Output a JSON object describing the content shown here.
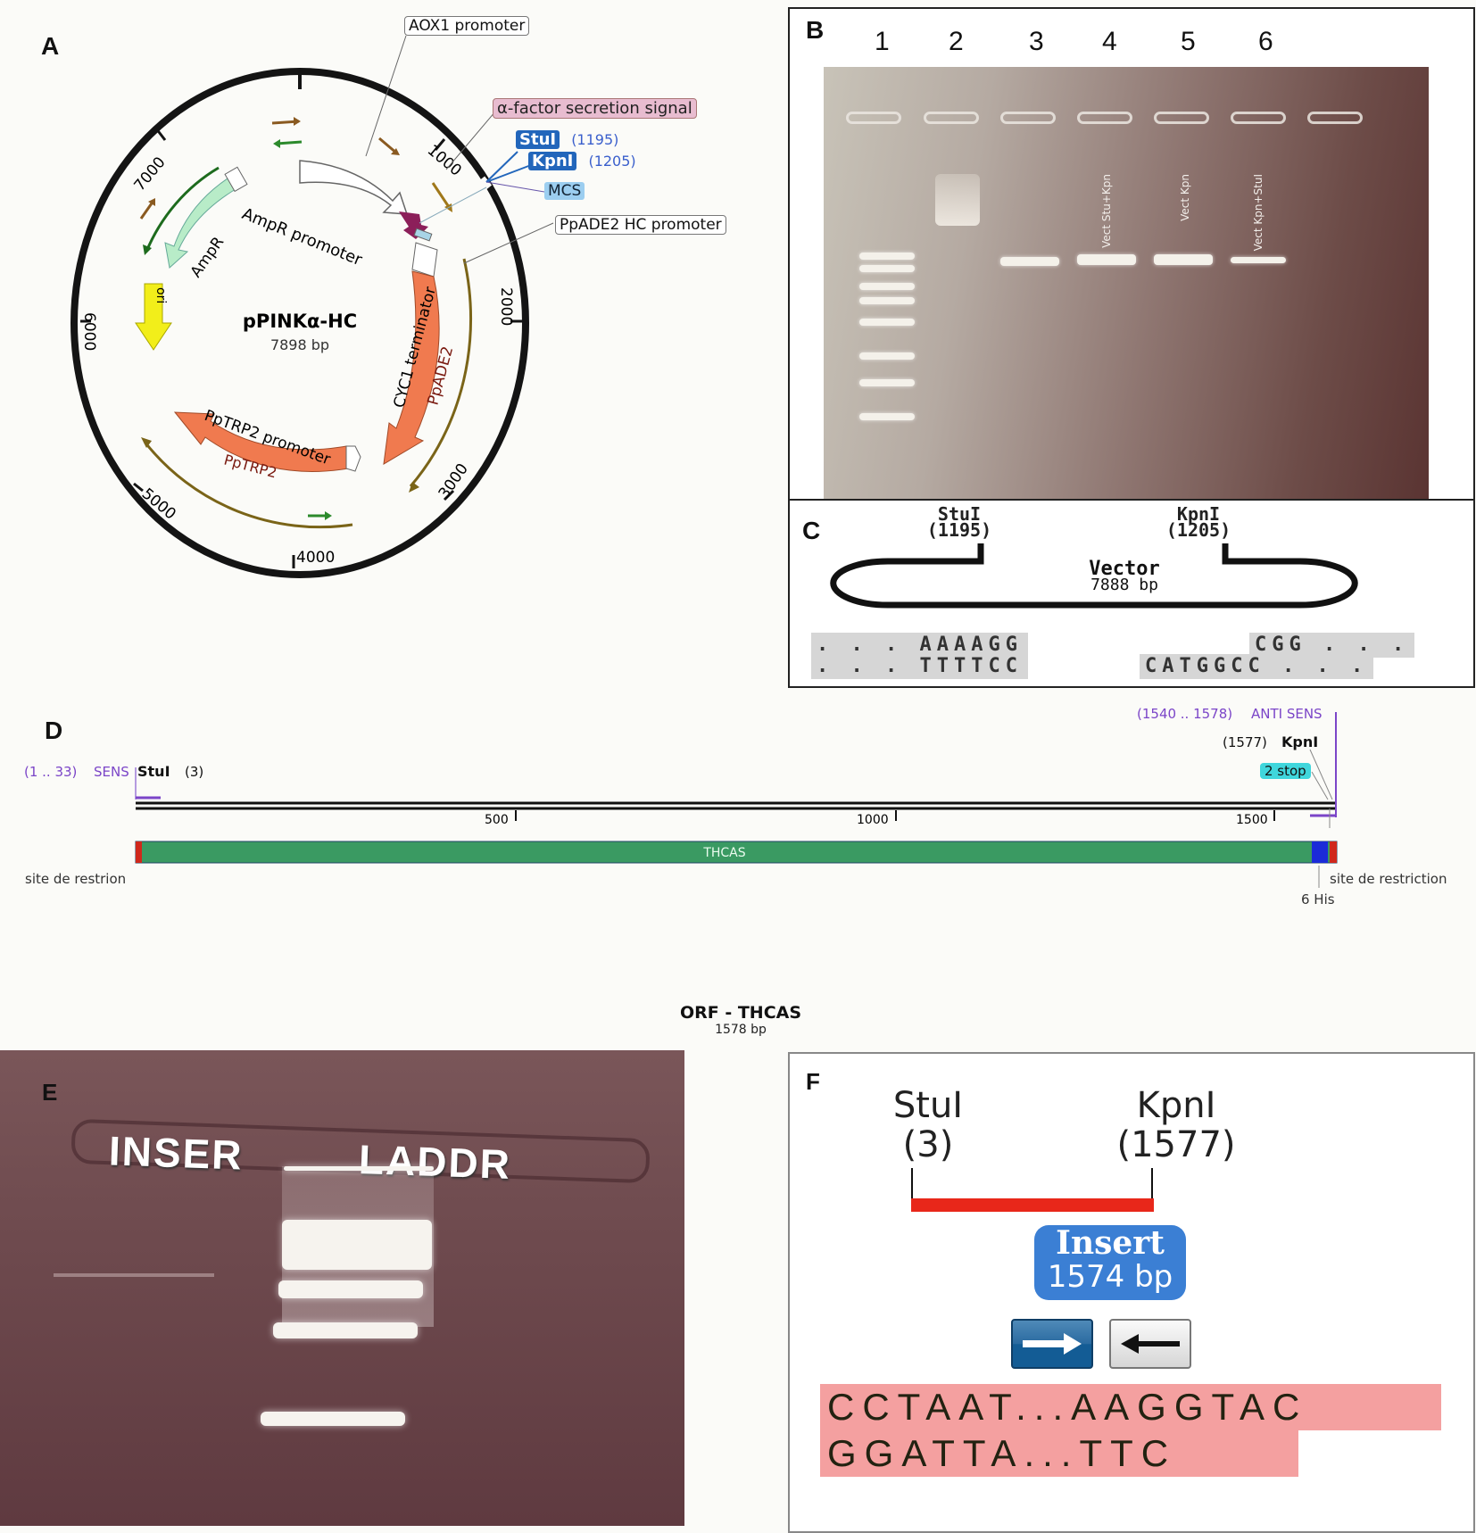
{
  "panel_a": {
    "letter": "A",
    "plasmid_name": "pPINKα-HC",
    "plasmid_size": "7898 bp",
    "ticks": [
      "1000",
      "2000",
      "3000",
      "4000",
      "5000",
      "6000",
      "7000"
    ],
    "callouts": {
      "aox1": "AOX1 promoter",
      "alpha_factor": "α-factor secretion signal",
      "stui": "StuI",
      "stui_pos": "(1195)",
      "kpni": "KpnI",
      "kpni_pos": "(1205)",
      "mcs": "MCS",
      "ppade2_hc": "PpADE2 HC promoter"
    },
    "features": {
      "ampr_promoter": "AmpR promoter",
      "ampr": "AmpR",
      "ori": "ori",
      "cyc1": "CYC1 terminator",
      "ppade2": "PpADE2",
      "pptrp2_promoter": "PpTRP2 promoter",
      "pptrp2": "PpTRP2"
    },
    "colors": {
      "orange": "#f07a4f",
      "ampr": "#b8ecc8",
      "ori": "#f2ee1a",
      "alpha": "#8c1f5a",
      "backbone": "#141414"
    }
  },
  "panel_b": {
    "letter": "B",
    "lanes": [
      "1",
      "2",
      "3",
      "4",
      "5",
      "6"
    ],
    "lane_labels": [
      "Vect Stu+Kpn",
      "Vect Kpn",
      "Vect Kpn+StuI"
    ]
  },
  "panel_c": {
    "letter": "C",
    "stui": "StuI",
    "stui_pos": "(1195)",
    "kpni": "KpnI",
    "kpni_pos": "(1205)",
    "vector_label": "Vector",
    "vector_size": "7888 bp",
    "left_seq_top": ". . . AAAAGG",
    "left_seq_bottom": ". . . TTTTCC",
    "right_seq_top": "CGG . . .",
    "right_seq_bottom": "CATGGCC . . ."
  },
  "panel_d": {
    "letter": "D",
    "sens_range": "(1 .. 33)",
    "sens_label": "SENS",
    "stui": "StuI",
    "stui_pos": "(3)",
    "anti_range": "(1540 .. 1578)",
    "anti_label": "ANTI SENS",
    "kpni_pos": "(1577)",
    "kpni": "KpnI",
    "stop_badge": "2 stop",
    "ticks": [
      "500",
      "1000",
      "1500"
    ],
    "gene_label": "THCAS",
    "left_site": "site de restrion",
    "right_site": "site de restriction",
    "his_tag": "6 His",
    "orf_title": "ORF - THCAS",
    "orf_size": "1578 bp"
  },
  "panel_e": {
    "letter": "E",
    "lane_insert": "INSER",
    "lane_ladder": "LADDR"
  },
  "panel_f": {
    "letter": "F",
    "stui": "StuI",
    "stui_pos": "(3)",
    "kpni": "KpnI",
    "kpni_pos": "(1577)",
    "insert_label": "Insert",
    "insert_size": "1574 bp",
    "forward_button": "→",
    "reverse_button": "←",
    "seq_top": "CCTAAT...AAGGTAC",
    "seq_bottom": "GGATTA...TTC"
  }
}
